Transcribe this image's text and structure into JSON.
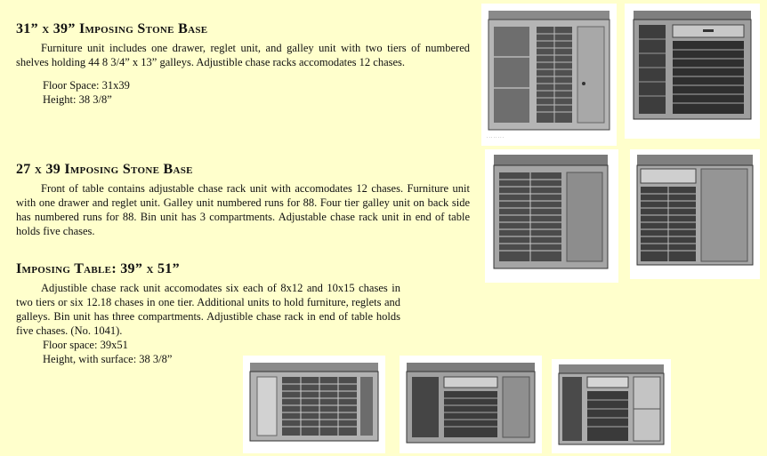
{
  "sections": [
    {
      "heading": "31” x 39” Imposing Stone Base",
      "description": "Furniture unit includes one drawer, reglet unit, and galley unit with two tiers of numbered shelves holding 44 8 3/4” x 13” galleys. Adjustible chase racks accomodates 12 chases.",
      "specs": [
        "Floor Space: 31x39",
        "Height: 38 3/8”"
      ]
    },
    {
      "heading": "27 x 39 Imposing Stone Base",
      "description": "Front of table contains adjustable chase rack unit with accomodates 12 chases. Furniture unit with one drawer and reglet unit. Galley unit numbered runs for 88. Four tier galley unit on back side has numbered runs for 88. Bin unit has 3 compartments. Adjustable chase rack unit in end of table holds five chases.",
      "specs": []
    },
    {
      "heading": "Imposing Table: 39” x 51”",
      "description": "Adjustible chase rack unit accomodates six each of 8x12 and 10x15 chases in two tiers or six 12.18 chases in one tier. Additional units to hold furniture, reglets and galleys. Bin unit has three compartments. Adjustible chase rack in end of table holds five chases. (No. 1041).",
      "specs": [
        "Floor space: 39x51",
        "Height, with surface: 38 3/8”"
      ]
    }
  ],
  "photos": [
    {
      "name": "photo-31x39-chase-side",
      "alt": "cabinet with chase racks"
    },
    {
      "name": "photo-31x39-drawer-side",
      "alt": "cabinet with drawer"
    },
    {
      "name": "photo-27x39-front",
      "alt": "cabinet front"
    },
    {
      "name": "photo-27x39-side",
      "alt": "cabinet side"
    },
    {
      "name": "photo-39x51-front",
      "alt": "table front view"
    },
    {
      "name": "photo-39x51-angle",
      "alt": "table angle view"
    },
    {
      "name": "photo-39x51-end",
      "alt": "table end view"
    }
  ]
}
